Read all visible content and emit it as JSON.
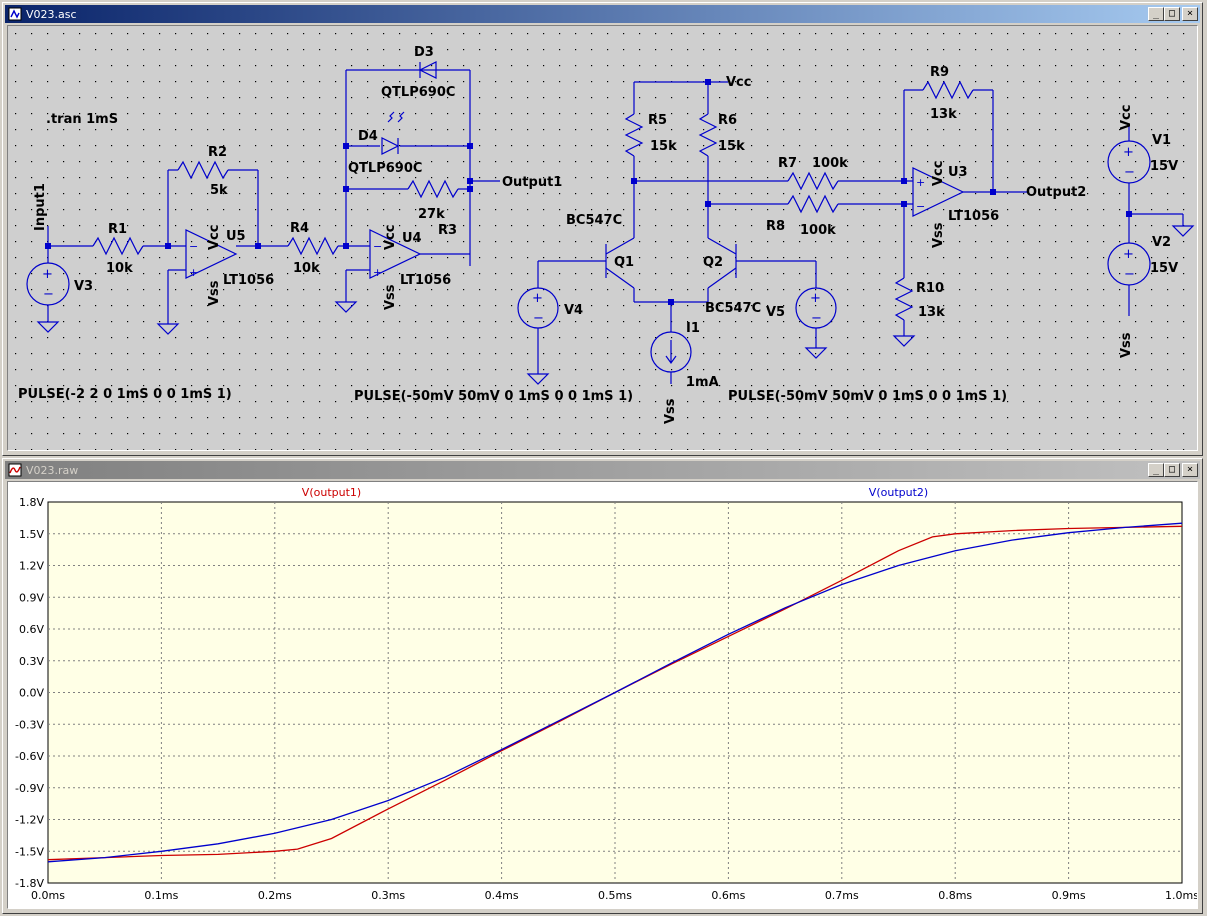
{
  "schematic_window": {
    "title": "V023.asc",
    "icon": "schematic-icon",
    "labels": {
      "tran": ".tran 1mS",
      "input1": "Input1",
      "r1": "R1",
      "r1_val": "10k",
      "r2": "R2",
      "r2_val": "5k",
      "r3": "R3",
      "r3_val": "27k",
      "r4": "R4",
      "r4_val": "10k",
      "r5": "R5",
      "r5_val": "15k",
      "r6": "R6",
      "r6_val": "15k",
      "r7": "R7",
      "r7_val": "100k",
      "r8": "R8",
      "r8_val": "100k",
      "r9": "R9",
      "r9_val": "13k",
      "r10": "R10",
      "r10_val": "13k",
      "u5": "U5",
      "u4": "U4",
      "u3": "U3",
      "opamp_model": "LT1056",
      "vcc": "Vcc",
      "vss": "Vss",
      "d3": "D3",
      "d4": "D4",
      "diode_model": "QTLP690C",
      "output1": "Output1",
      "output2": "Output2",
      "q1": "Q1",
      "q2": "Q2",
      "bjt_model": "BC547C",
      "i1": "I1",
      "i1_val": "1mA",
      "v1": "V1",
      "v1_val": "15V",
      "v2": "V2",
      "v2_val": "15V",
      "v3": "V3",
      "v4": "V4",
      "v5": "V5",
      "pulse_v3": "PULSE(-2 2 0 1mS 0 0 1mS 1)",
      "pulse_v4": "PULSE(-50mV 50mV 0 1mS 0 0 1mS 1)",
      "pulse_v5": "PULSE(-50mV 50mV 0 1mS 0 0 1mS 1)"
    }
  },
  "waveform_window": {
    "title": "V023.raw",
    "icon": "waveform-icon"
  },
  "window_buttons": {
    "minimize": "_",
    "maximize": "□",
    "close": "×"
  },
  "colors": {
    "wire": "#0000cc",
    "output1": "#cc0000",
    "output2": "#0000cc",
    "plot_bg": "#ffffe6",
    "schematic_bg": "#cfcfcf"
  },
  "chart_data": {
    "type": "line",
    "x_unit": "ms",
    "xlim": [
      0,
      1.0
    ],
    "ylim": [
      -1.8,
      1.8
    ],
    "x_ticks": [
      "0.0ms",
      "0.1ms",
      "0.2ms",
      "0.3ms",
      "0.4ms",
      "0.5ms",
      "0.6ms",
      "0.7ms",
      "0.8ms",
      "0.9ms",
      "1.0ms"
    ],
    "y_ticks": [
      "1.8V",
      "1.5V",
      "1.2V",
      "0.9V",
      "0.6V",
      "0.3V",
      "0.0V",
      "-0.3V",
      "-0.6V",
      "-0.9V",
      "-1.2V",
      "-1.5V",
      "-1.8V"
    ],
    "grid": true,
    "series": [
      {
        "name": "V(output1)",
        "color": "#cc0000",
        "x": [
          0,
          0.05,
          0.1,
          0.15,
          0.2,
          0.22,
          0.25,
          0.3,
          0.35,
          0.4,
          0.45,
          0.5,
          0.55,
          0.6,
          0.65,
          0.7,
          0.75,
          0.78,
          0.8,
          0.85,
          0.9,
          0.95,
          1.0
        ],
        "y": [
          -1.58,
          -1.56,
          -1.54,
          -1.53,
          -1.5,
          -1.48,
          -1.38,
          -1.1,
          -0.83,
          -0.55,
          -0.28,
          0.0,
          0.27,
          0.53,
          0.79,
          1.06,
          1.34,
          1.47,
          1.5,
          1.53,
          1.55,
          1.56,
          1.57
        ]
      },
      {
        "name": "V(output2)",
        "color": "#0000cc",
        "x": [
          0,
          0.05,
          0.1,
          0.15,
          0.2,
          0.25,
          0.3,
          0.35,
          0.4,
          0.45,
          0.5,
          0.55,
          0.6,
          0.65,
          0.7,
          0.75,
          0.8,
          0.85,
          0.9,
          0.95,
          1.0
        ],
        "y": [
          -1.6,
          -1.56,
          -1.5,
          -1.43,
          -1.33,
          -1.2,
          -1.02,
          -0.8,
          -0.54,
          -0.27,
          0.0,
          0.28,
          0.55,
          0.8,
          1.02,
          1.2,
          1.34,
          1.44,
          1.51,
          1.56,
          1.6
        ]
      }
    ]
  }
}
